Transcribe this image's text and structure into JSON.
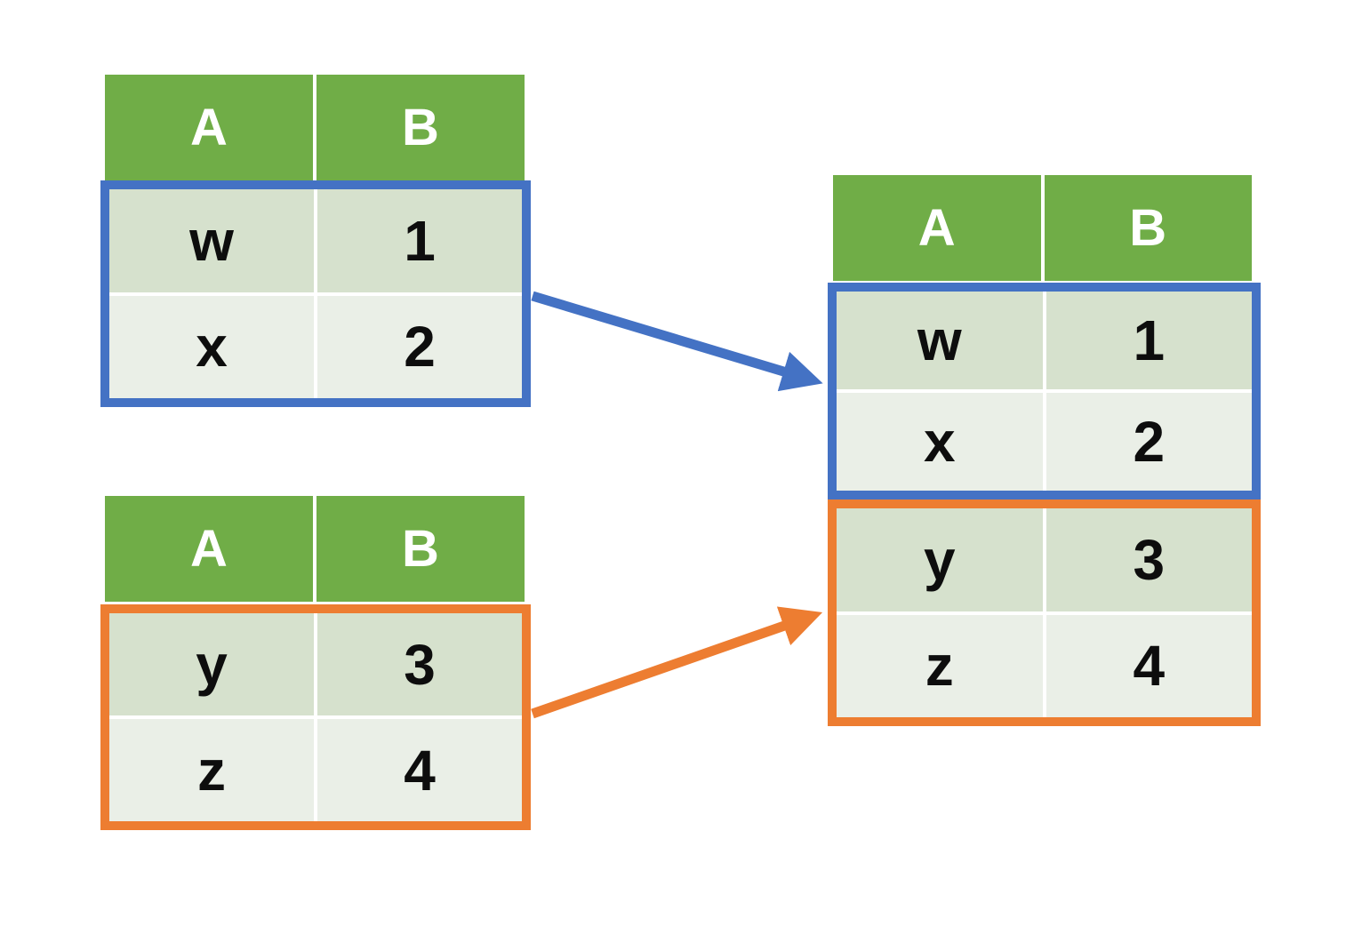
{
  "diagram": {
    "description": "Row-wise concatenation of two two-column tables into one combined table",
    "colors": {
      "header_green": "#70AD47",
      "row_dark": "#D6E1CD",
      "row_light": "#EAEFE7",
      "blue_accent": "#4472C4",
      "orange_accent": "#ED7D31"
    },
    "tables": {
      "top_source": {
        "headers": [
          "A",
          "B"
        ],
        "rows": [
          [
            "w",
            "1"
          ],
          [
            "x",
            "2"
          ]
        ]
      },
      "bottom_source": {
        "headers": [
          "A",
          "B"
        ],
        "rows": [
          [
            "y",
            "3"
          ],
          [
            "z",
            "4"
          ]
        ]
      },
      "result": {
        "headers": [
          "A",
          "B"
        ],
        "blue_rows": [
          [
            "w",
            "1"
          ],
          [
            "x",
            "2"
          ]
        ],
        "orange_rows": [
          [
            "y",
            "3"
          ],
          [
            "z",
            "4"
          ]
        ]
      }
    }
  }
}
